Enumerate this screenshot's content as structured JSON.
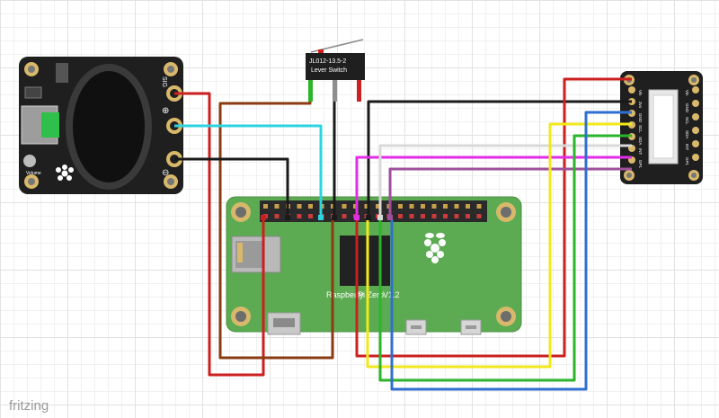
{
  "app": {
    "watermark": "fritzing"
  },
  "switch": {
    "part_line1": "JL012-13.5-2",
    "part_line2": "Lever Switch"
  },
  "speaker_board": {
    "pin_sig": "SIG",
    "pin_plus": "⊕",
    "pin_minus": "⊖",
    "volume_label": "Volume"
  },
  "pi": {
    "name_part1": "Raspberry",
    "name_part2": "Pi Zero",
    "name_part3": "V1.2"
  },
  "sensor": {
    "pins_left": [
      "Vin",
      "3vo",
      "GND",
      "SCL",
      "SDA",
      "INT",
      "GP1"
    ],
    "pins_right": [
      "Vin",
      "GND",
      "SCL",
      "SDA",
      "INT",
      "GP1"
    ]
  },
  "wire_colors": {
    "red": "#cc1f1f",
    "brown": "#8a3b12",
    "cyan": "#2ed3e0",
    "black": "#1a1a1a",
    "magenta": "#e22de6",
    "white": "#d9d9d9",
    "purple": "#a04f9c",
    "yellow": "#f2e81c",
    "green": "#2bb52b",
    "blue": "#2f6fd0"
  },
  "colors": {
    "pi_green": "#5cab52",
    "board_black": "#1f1f1f",
    "gold": "#d8b86a"
  }
}
